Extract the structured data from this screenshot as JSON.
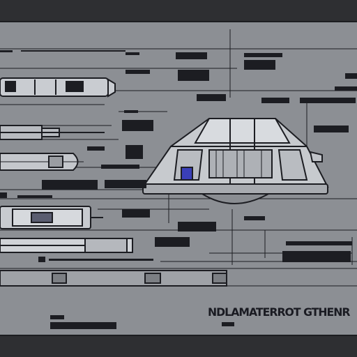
{
  "sheet": {
    "title": "NDLAMATERROT GTHENR",
    "colors": {
      "paper": "#8c8f94",
      "ink": "#1c1d22",
      "frame": "#2e2f32",
      "accent": "#3a3fb8"
    }
  },
  "drawing": {
    "subject": "spacecraft-blueprint",
    "views": [
      "side-view-components",
      "front-elevation",
      "base-bar"
    ]
  }
}
